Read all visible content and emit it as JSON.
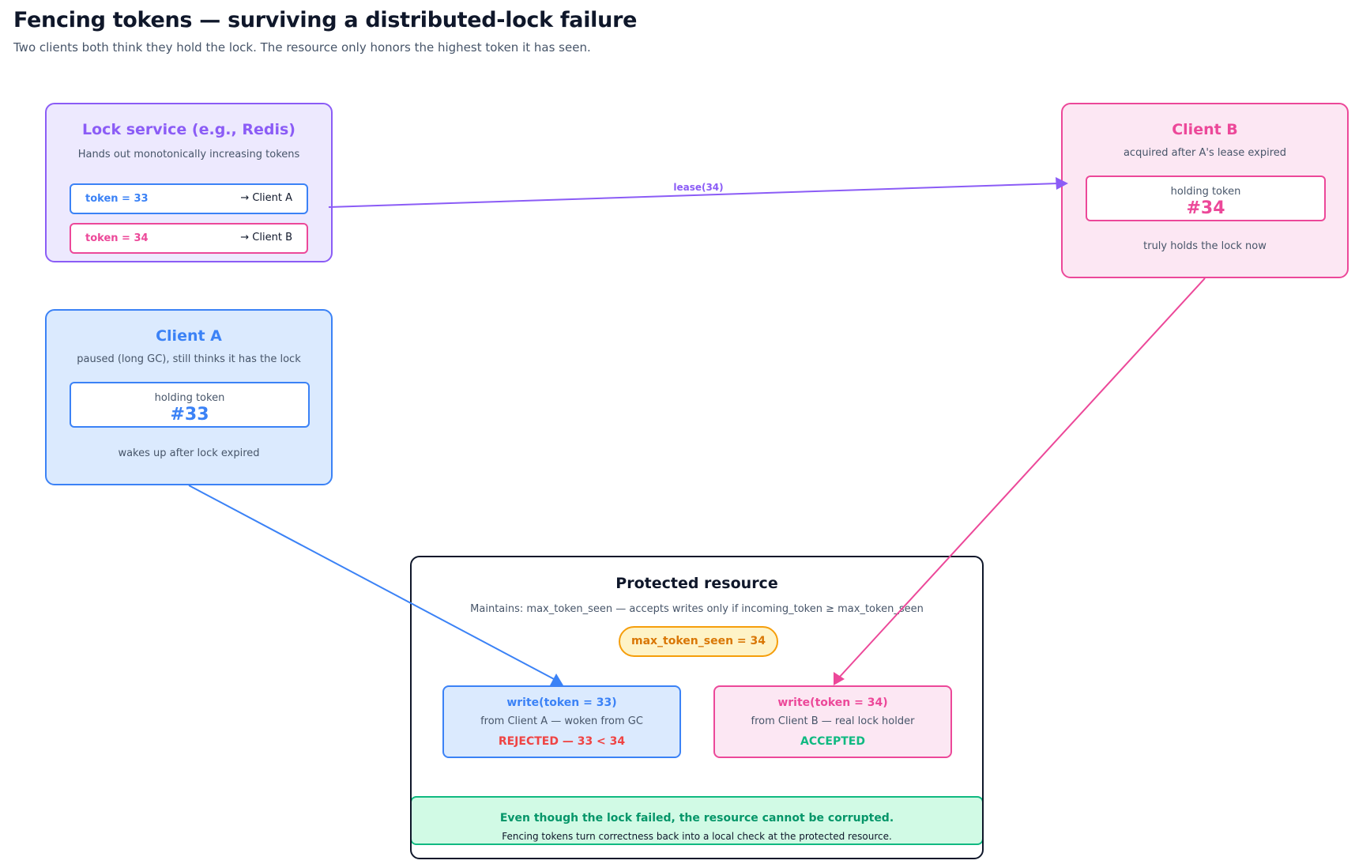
{
  "title": "Fencing tokens — surviving a distributed-lock failure",
  "subtitle": "Two clients both think they hold the lock. The resource only honors the highest token it has seen.",
  "lock_service": {
    "title": "Lock service (e.g., Redis)",
    "subtitle": "Hands out monotonically increasing tokens",
    "rows": [
      {
        "token": "token = 33",
        "target": "→ Client A"
      },
      {
        "token": "token = 34",
        "target": "→ Client B"
      }
    ]
  },
  "client_b": {
    "title": "Client B",
    "subtitle": "acquired after A's lease expired",
    "holding_label": "holding token",
    "holding_value": "#34",
    "note": "truly holds the lock now"
  },
  "client_a": {
    "title": "Client A",
    "subtitle": "paused (long GC), still thinks it has the lock",
    "holding_label": "holding token",
    "holding_value": "#33",
    "note": "wakes up after lock expired"
  },
  "resource": {
    "title": "Protected resource",
    "subtitle": "Maintains: max_token_seen — accepts writes only if incoming_token ≥ max_token_seen",
    "badge": "max_token_seen = 34",
    "write_a": {
      "title": "write(token = 33)",
      "source": "from Client A — woken from GC",
      "status": "REJECTED — 33 < 34"
    },
    "write_b": {
      "title": "write(token = 34)",
      "source": "from Client B — real lock holder",
      "status": "ACCEPTED"
    },
    "banner_title": "Even though the lock failed, the resource cannot be corrupted.",
    "banner_sub": "Fencing tokens turn correctness back into a local check at the protected resource."
  },
  "arrows": {
    "lease_label": "lease(34)"
  },
  "colors": {
    "purple": "#8b5cf6",
    "pink": "#ec4899",
    "blue": "#3b82f6",
    "amber": "#f59e0b",
    "green": "#10b981",
    "red": "#ef4444"
  }
}
